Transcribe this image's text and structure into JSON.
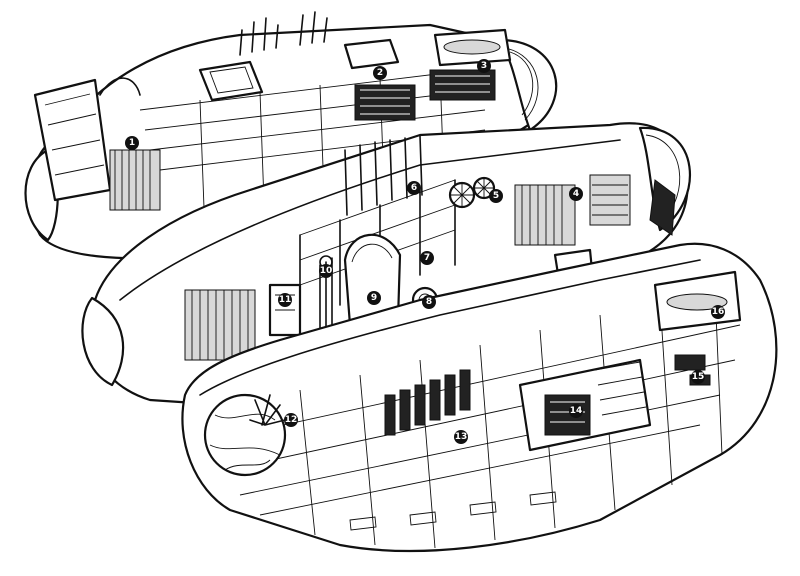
{
  "callouts": [
    {
      "id": 1,
      "label": "1"
    },
    {
      "id": 2,
      "label": "2"
    },
    {
      "id": 3,
      "label": "3"
    },
    {
      "id": 4,
      "label": "4"
    },
    {
      "id": 5,
      "label": "5"
    },
    {
      "id": 6,
      "label": "6"
    },
    {
      "id": 7,
      "label": "7"
    },
    {
      "id": 8,
      "label": "8"
    },
    {
      "id": 9,
      "label": "9"
    },
    {
      "id": 10,
      "label": "10"
    },
    {
      "id": 11,
      "label": "11"
    },
    {
      "id": 12,
      "label": "12"
    },
    {
      "id": 13,
      "label": "13"
    },
    {
      "id": 14,
      "label": "14"
    },
    {
      "id": 15,
      "label": "15"
    },
    {
      "id": 16,
      "label": "16"
    }
  ],
  "colors": {
    "ink": "#111111",
    "paper": "#ffffff",
    "callout": "#111111"
  }
}
